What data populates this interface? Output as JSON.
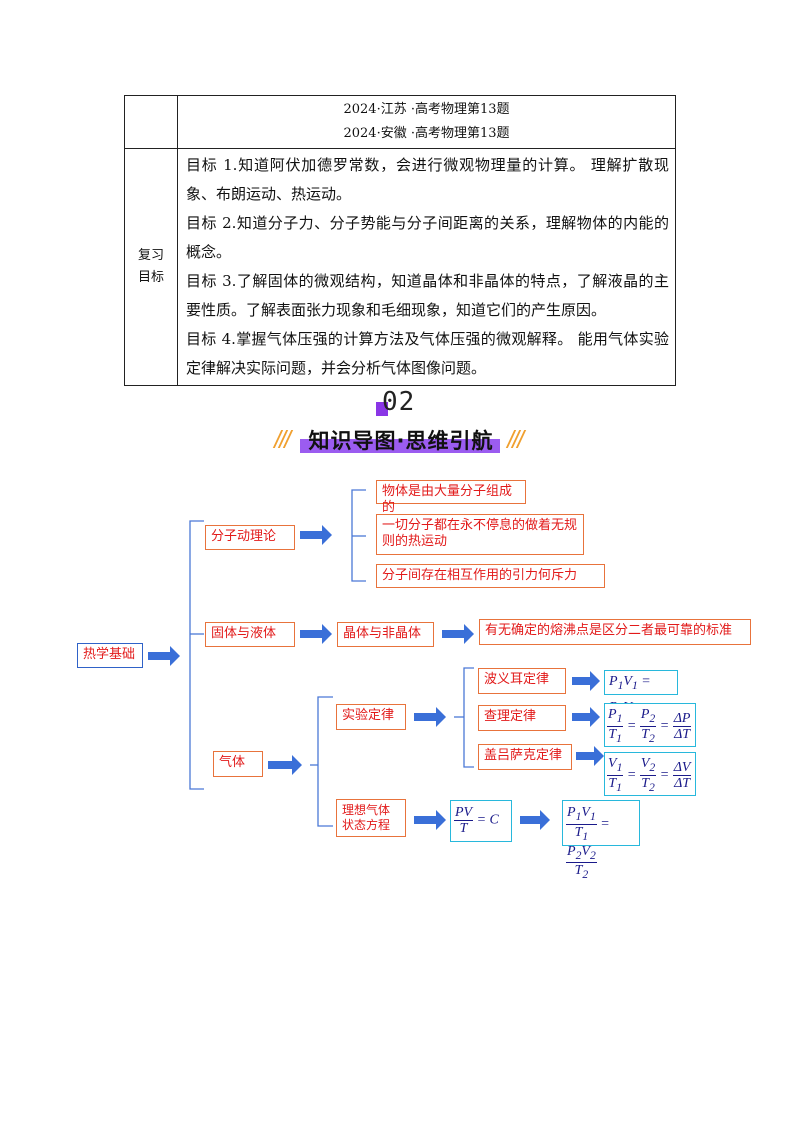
{
  "table": {
    "exam_refs": [
      "2024·江苏 ·高考物理第13题",
      "2024·安徽 ·高考物理第13题"
    ],
    "goal_label_line1": "复习",
    "goal_label_line2": "目标",
    "goals": [
      "目标 1.知道阿伏加德罗常数，会进行微观物理量的计算。 理解扩散现象、布朗运动、热运动。",
      "目标 2.知道分子力、分子势能与分子间距离的关系，理解物体的内能的概念。",
      "目标 3.了解固体的微观结构，知道晶体和非晶体的特点，了解液晶的主要性质。了解表面张力现象和毛细现象，知道它们的产生原因。",
      "目标 4.掌握气体压强的计算方法及气体压强的微观解释。 能用气体实验定律解决实际问题，并会分析气体图像问题。"
    ]
  },
  "section": {
    "number": "02",
    "title": "知识导图·思维引航"
  },
  "mindmap": {
    "root": "热学基础",
    "branches": [
      "分子动理论",
      "固体与液体",
      "气体"
    ],
    "molecular_items": [
      "物体是由大量分子组成的",
      "一切分子都在永不停息的做着无规则的热运动",
      "分子间存在相互作用的引力何斥力"
    ],
    "solid_item": "晶体与非晶体",
    "solid_detail": "有无确定的熔沸点是区分二者最可靠的标准",
    "gas_subs": [
      "实验定律",
      "理想气体状态方程"
    ],
    "laws": [
      "波义耳定律",
      "查理定律",
      "盖吕萨克定律"
    ],
    "colors": {
      "box_border": "#e8733c",
      "box_text": "#e21a1a",
      "root_border": "#2f62c8",
      "formula_border": "#28b8dc",
      "arrow": "#2f62c8",
      "line": "#4a78d6"
    }
  }
}
